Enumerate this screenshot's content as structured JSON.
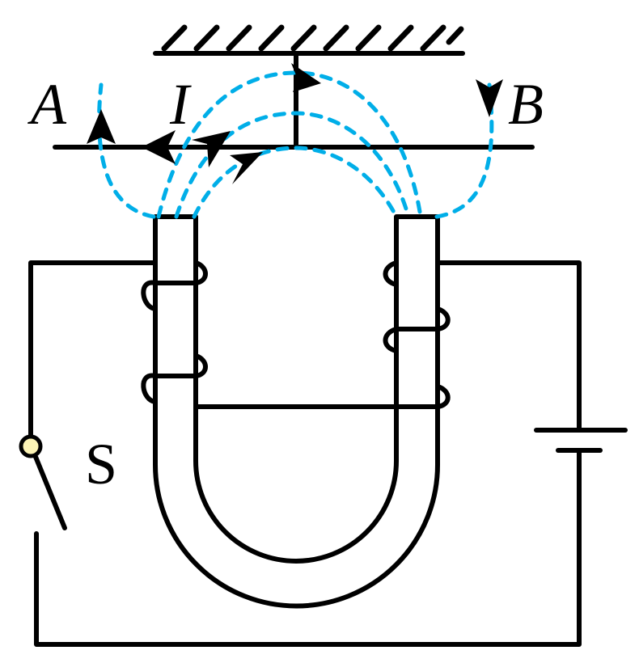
{
  "labels": {
    "a": "A",
    "b": "B",
    "current": "I",
    "switch": "S"
  },
  "colors": {
    "wire": "#000000",
    "field_line": "#00aee8",
    "switch_pivot": "#fbf3b5"
  }
}
